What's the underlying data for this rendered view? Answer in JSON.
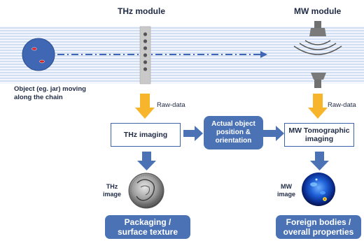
{
  "thz_module_label": "THz module",
  "mw_module_label": "MW module",
  "object_caption_line1": "Object (eg. jar) moving",
  "object_caption_line2": "along the chain",
  "raw_data_left": "Raw-data",
  "raw_data_right": "Raw-data",
  "thz_imaging_label": "THz imaging",
  "center_box_line1": "Actual object",
  "center_box_line2": "position &",
  "center_box_line3": "orientation",
  "mw_imaging_line1": "MW Tomographic",
  "mw_imaging_line2": "imaging",
  "thz_image_line1": "THz",
  "thz_image_line2": "image",
  "mw_image_line1": "MW",
  "mw_image_line2": "image",
  "bottom_left_line1": "Packaging /",
  "bottom_left_line2": "surface texture",
  "bottom_right_line1": "Foreign bodies /",
  "bottom_right_line2": "overall properties",
  "colors": {
    "accent_blue": "#4a72b5",
    "box_border": "#3c64a8",
    "raw_data_arrow": "#f7b52c",
    "chain_lines": "#8aa8d8",
    "object_fill": "#3f67b3",
    "object_marks": "#d0242c"
  }
}
